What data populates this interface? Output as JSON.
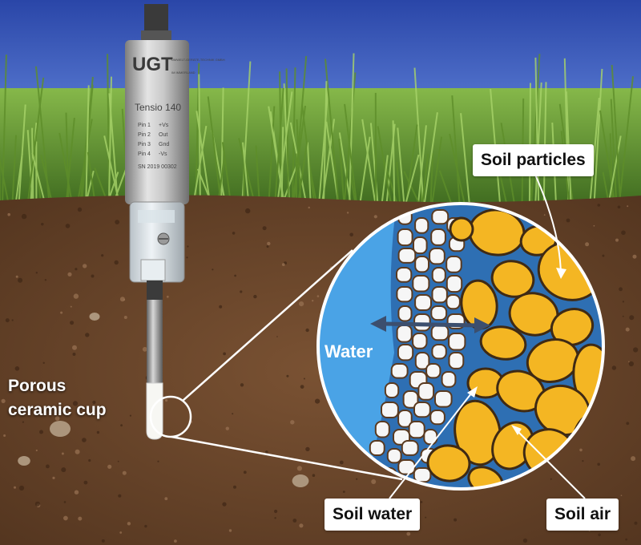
{
  "sensor": {
    "brand": "UGT",
    "brand_sub": "UMWELT-GERÄTE-TECHNIK GMBH",
    "brand_sub2": "IM IMMERLAND",
    "model": "Tensio 140",
    "pins": [
      {
        "pin": "Pin 1",
        "value": "+Vs"
      },
      {
        "pin": "Pin 2",
        "value": "Out"
      },
      {
        "pin": "Pin 3",
        "value": "Gnd"
      },
      {
        "pin": "Pin 4",
        "value": "-Vs"
      }
    ],
    "serial": "SN 2019 00302"
  },
  "labels": {
    "soil_particles": "Soil particles",
    "water": "Water",
    "porous_line1": "Porous",
    "porous_line2": "ceramic cup",
    "soil_water": "Soil water",
    "soil_air": "Soil air"
  },
  "colors": {
    "sky": "#2f4fb5",
    "grass": "#5f8f2e",
    "soil": "#6b4529",
    "water_blue": "#4aa3e6",
    "particle_yellow": "#f4b623",
    "ceramic_white": "#f6f6f6",
    "label_bg": "#ffffff"
  },
  "icons": {
    "arrow": "double-headed-arrow-icon"
  }
}
